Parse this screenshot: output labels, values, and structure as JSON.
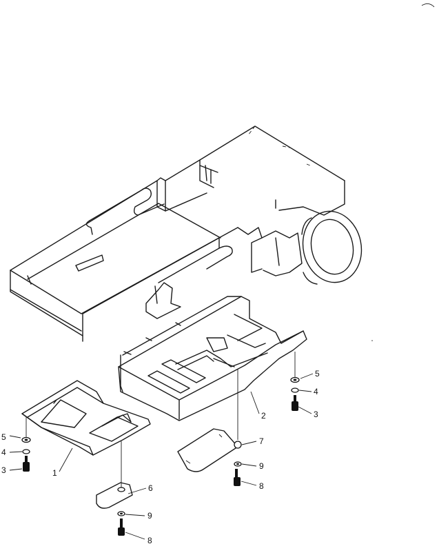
{
  "callouts": {
    "c1": "1",
    "c2": "2",
    "c3_left": "3",
    "c4_left": "4",
    "c5_left": "5",
    "c3_right": "3",
    "c4_right": "4",
    "c5_right": "5",
    "c6": "6",
    "c7": "7",
    "c8_center": "8",
    "c9_center": "9",
    "c8_right": "8",
    "c9_right": "9"
  }
}
